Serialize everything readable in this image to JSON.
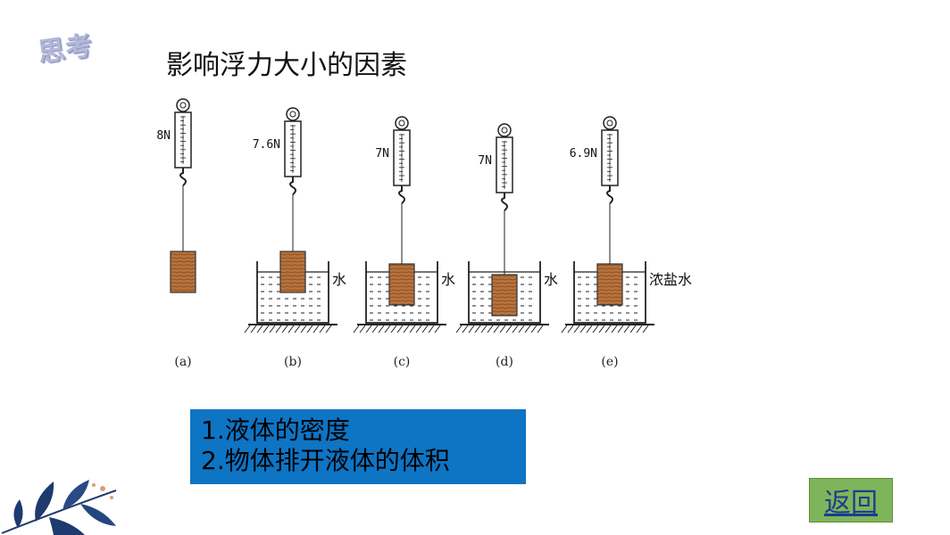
{
  "badge": "思考",
  "title": "影响浮力大小的因素",
  "diagram": {
    "setups": [
      {
        "reading": "8N",
        "liquid": "",
        "caption": "(a)",
        "has_beaker": false,
        "immersion": 0
      },
      {
        "reading": "7.6N",
        "liquid": "水",
        "caption": "(b)",
        "has_beaker": true,
        "immersion": 0.5
      },
      {
        "reading": "7N",
        "liquid": "水",
        "caption": "(c)",
        "has_beaker": true,
        "immersion": 1
      },
      {
        "reading": "7N",
        "liquid": "水",
        "caption": "(d)",
        "has_beaker": true,
        "immersion": 1
      },
      {
        "reading": "6.9N",
        "liquid": "浓盐水",
        "caption": "(e)",
        "has_beaker": true,
        "immersion": 1
      }
    ],
    "colors": {
      "block": "#b8733e",
      "block_dark": "#8a4f22",
      "line": "#222222"
    }
  },
  "factors": [
    "1.液体的密度",
    "2.物体排开液体的体积"
  ],
  "back_button": "返回",
  "colors": {
    "factor_box": "#0e74c4",
    "back_button_bg": "#7fb55a",
    "back_button_text": "#1b3d8f",
    "decor": "#1f3a6e"
  }
}
